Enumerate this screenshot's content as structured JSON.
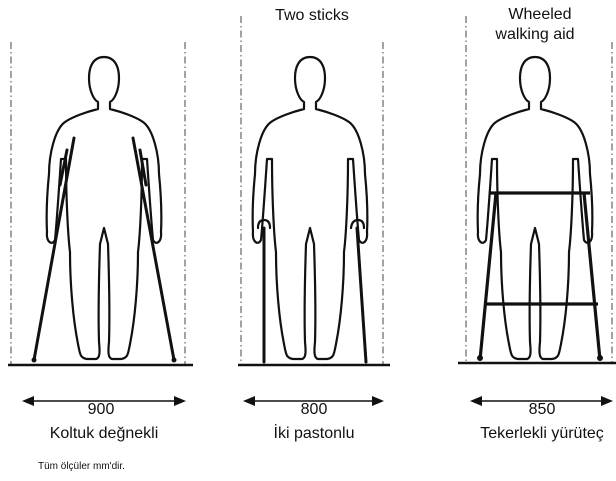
{
  "panels": [
    {
      "header": "",
      "dimension": "900",
      "label": "Koltuk değnekli"
    },
    {
      "header": "Two sticks",
      "dimension": "800",
      "label": "İki pastonlu"
    },
    {
      "header_lines": [
        "Wheeled",
        "walking aid"
      ],
      "dimension": "850",
      "label": "Tekerlekli yürüteç"
    }
  ],
  "footnote": "Tüm ölçüler mm'dir."
}
